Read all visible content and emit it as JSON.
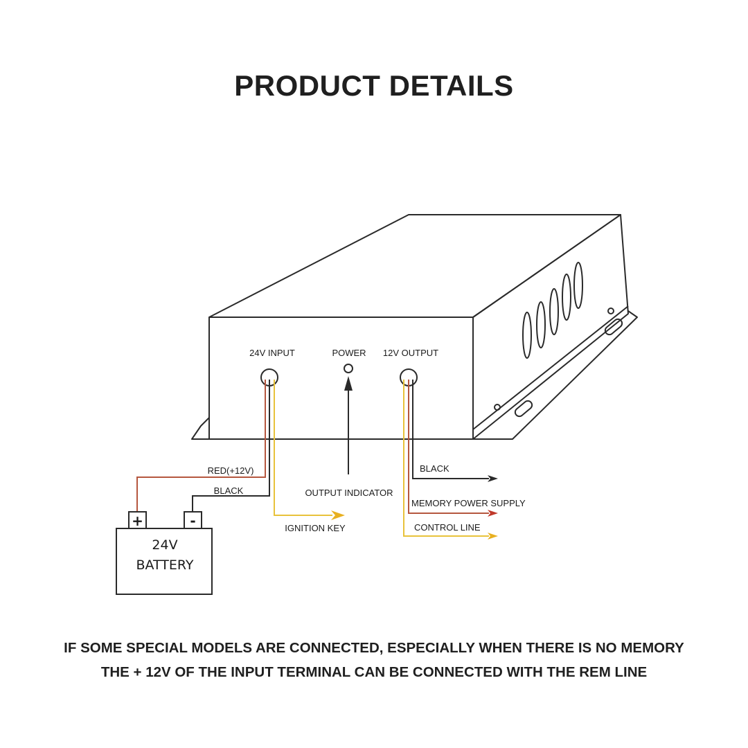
{
  "title": "PRODUCT DETAILS",
  "panel_labels": {
    "input": "24V INPUT",
    "power": "POWER",
    "output": "12V OUTPUT"
  },
  "wire_labels": {
    "red": "RED(+12V)",
    "black_in": "BLACK",
    "output_indicator": "OUTPUT INDICATOR",
    "ignition_key": "IGNITION KEY",
    "black_out": "BLACK",
    "memory_power_supply": "MEMORY POWER SUPPLY",
    "control_line": "CONTROL LINE"
  },
  "battery": {
    "plus": "+",
    "minus": "-",
    "line1": "24V",
    "line2": "BATTERY"
  },
  "note": {
    "line1": "IF SOME SPECIAL MODELS ARE CONNECTED, ESPECIALLY WHEN THERE IS NO MEMORY",
    "line2": "THE + 12V OF THE INPUT TERMINAL CAN BE CONNECTED WITH THE REM LINE"
  },
  "colors": {
    "outline": "#2a2a2a",
    "red_wire": "#b5563e",
    "yellow_wire": "#e8c23a",
    "black_wire": "#2a2a2a",
    "text": "#1f1f1f"
  }
}
